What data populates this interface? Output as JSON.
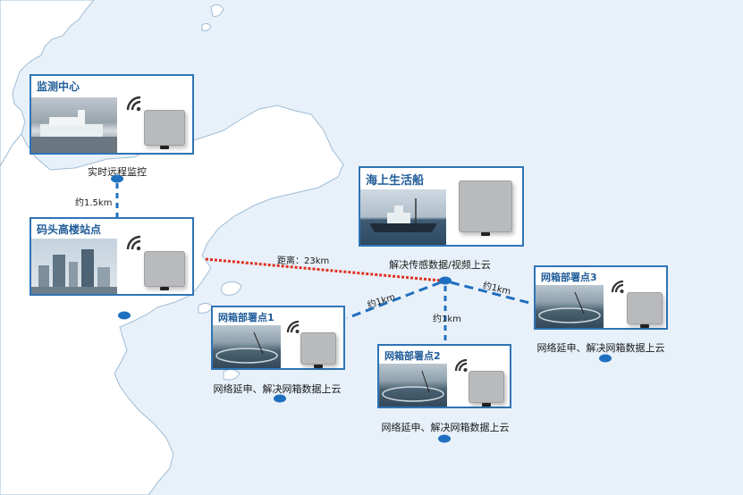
{
  "stations": [
    {
      "id": "monitor",
      "title": "监测中心",
      "caption": "实时远程监控"
    },
    {
      "id": "pier",
      "title": "码头高楼站点",
      "caption": ""
    },
    {
      "id": "ship",
      "title": "海上生活船",
      "caption": "解决传感数据/视频上云"
    },
    {
      "id": "cage1",
      "title": "网箱部署点1",
      "caption": "网络延申、解决网箱数据上云"
    },
    {
      "id": "cage2",
      "title": "网箱部署点2",
      "caption": "网络延申、解决网箱数据上云"
    },
    {
      "id": "cage3",
      "title": "网箱部署点3",
      "caption": "网络延申、解决网箱数据上云"
    }
  ],
  "distances": {
    "monitor_pier": "约1.5km",
    "pier_ship": "距离：23km",
    "hub_cage1": "约1km",
    "hub_cage2": "约1km",
    "hub_cage3": "约1km"
  },
  "icons": {
    "device": "wireless-bridge-icon",
    "signal": "wifi-signal-icon",
    "pin": "map-pin-icon"
  },
  "colors": {
    "sea": "#e8f1f9",
    "land": "#ffffff",
    "card_border": "#2f74b5",
    "link_dashed": "#1f6fbf",
    "link_long": "#e0301e"
  }
}
